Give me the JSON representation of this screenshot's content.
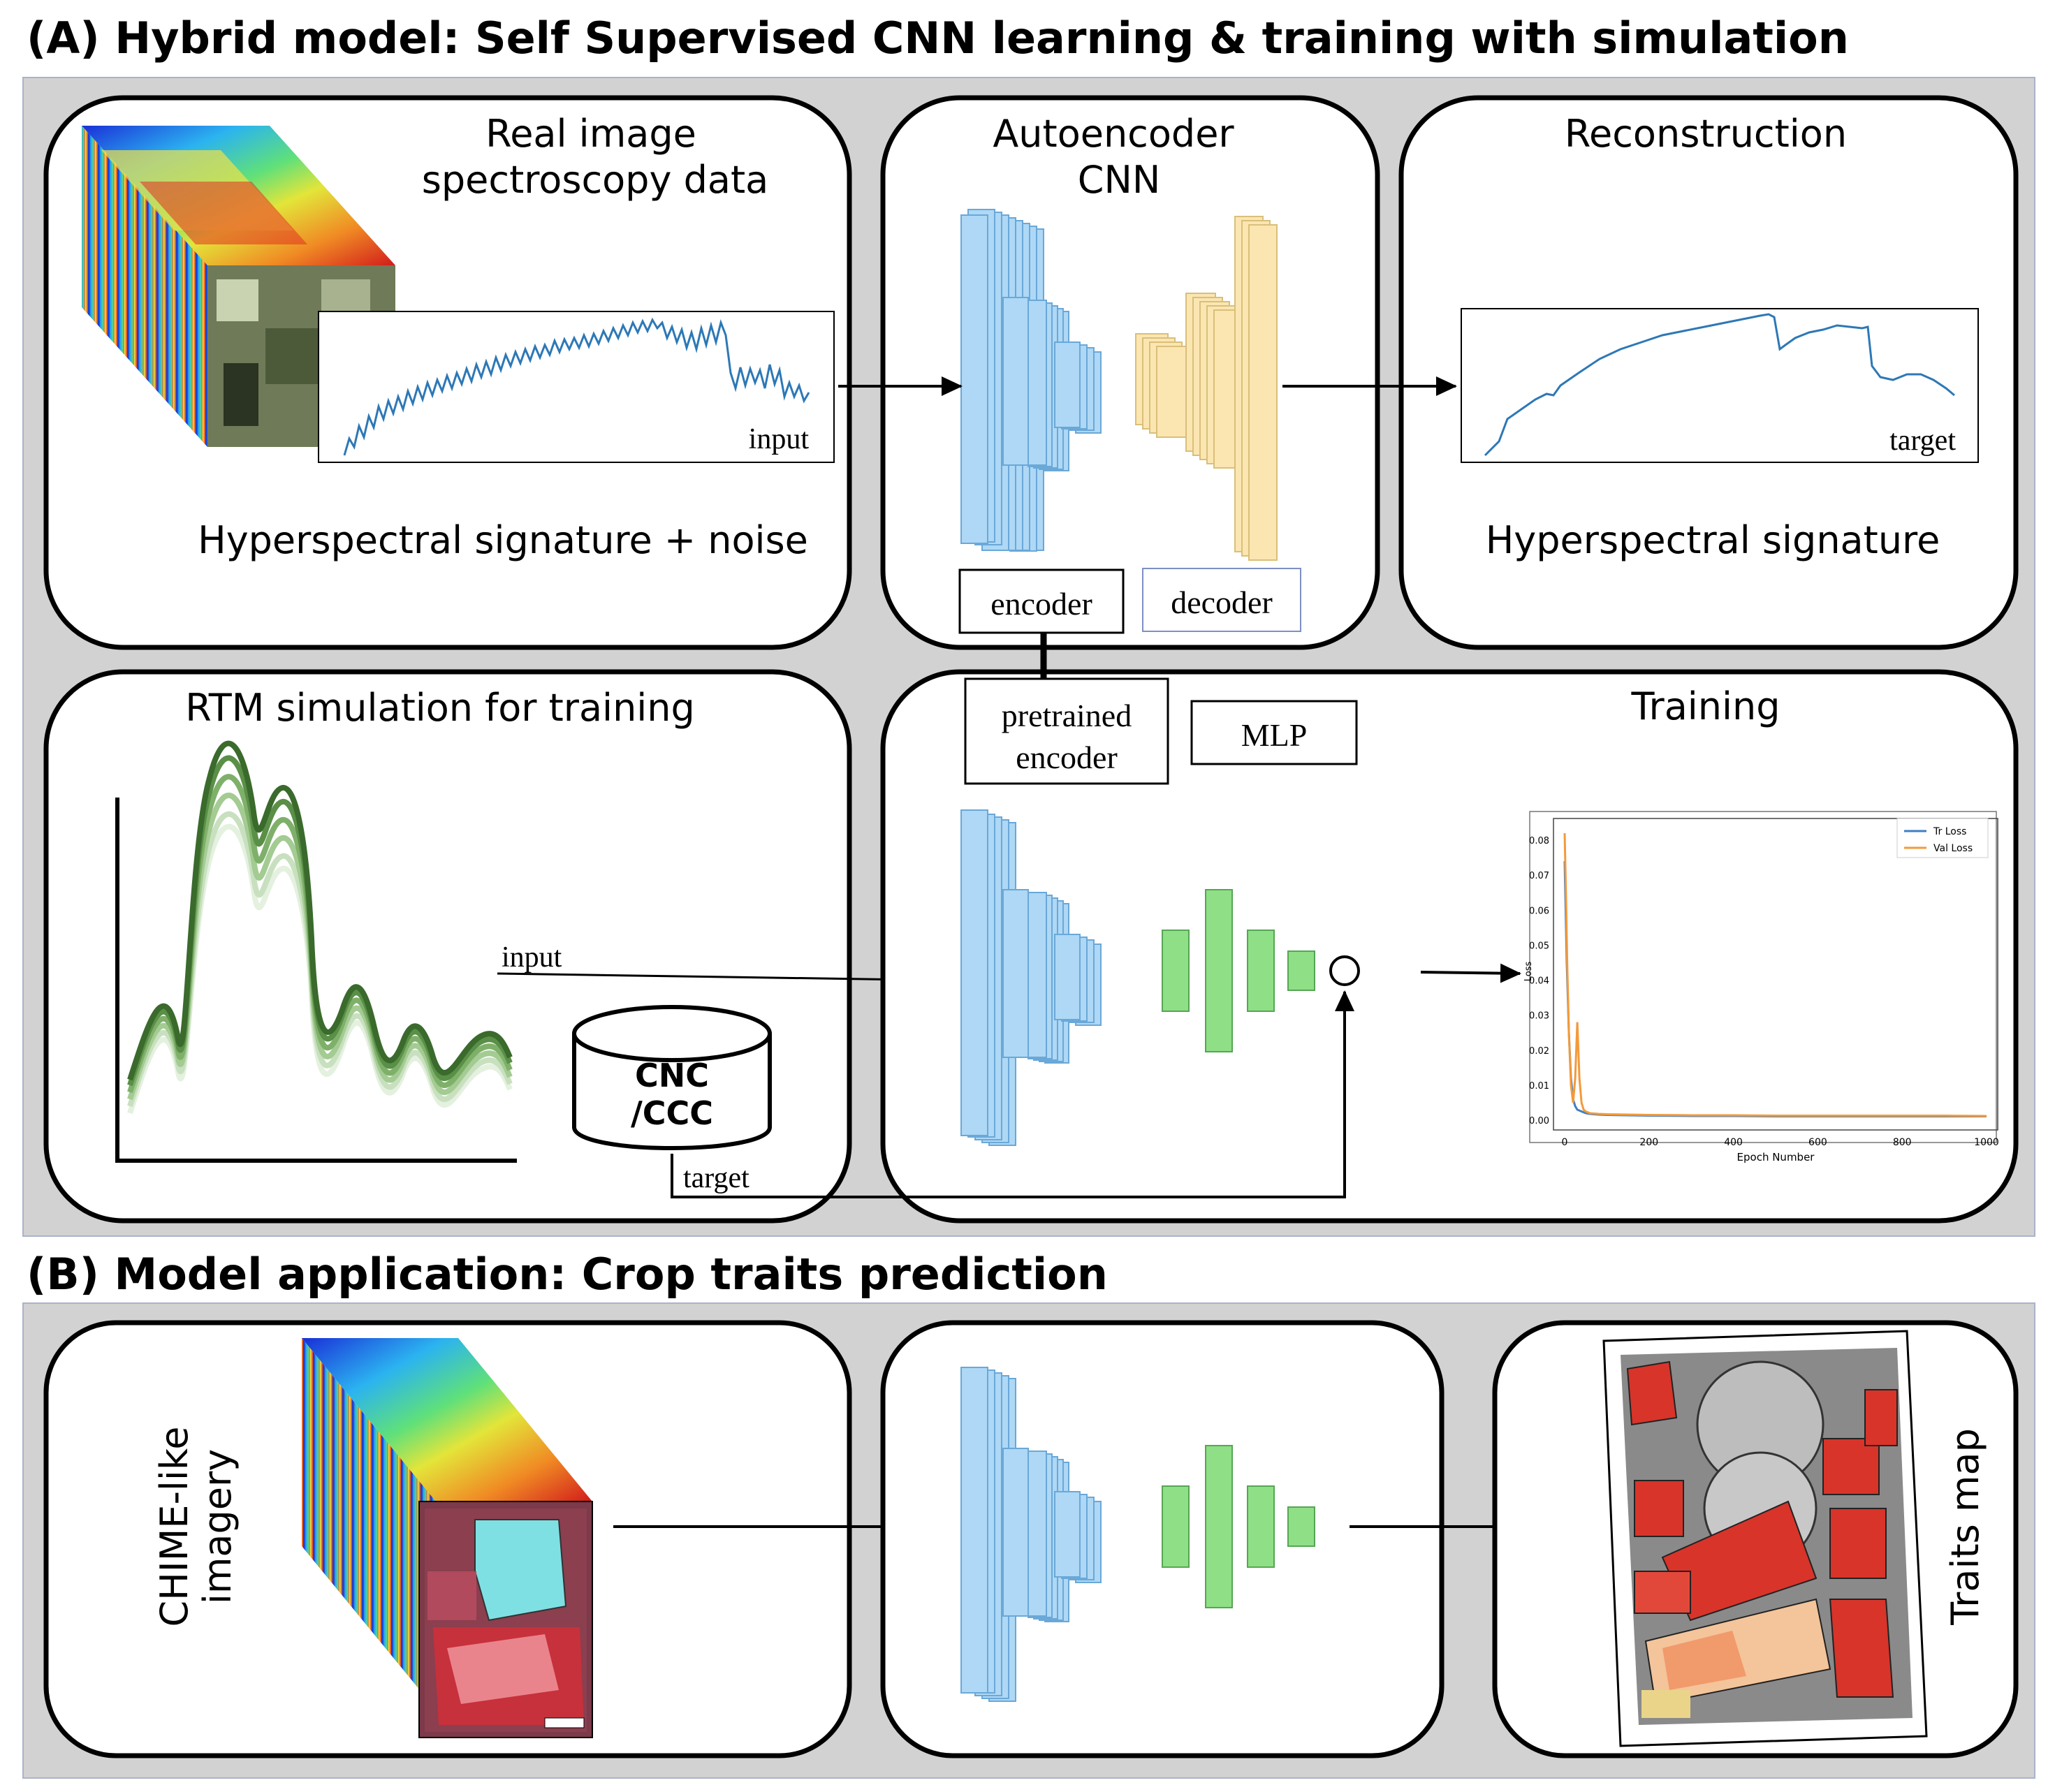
{
  "section_a": {
    "title": "(A) Hybrid model: Self Supervised CNN learning & training with simulation",
    "real_data": {
      "title_line1": "Real image",
      "title_line2": "spectroscopy data",
      "input_label": "input",
      "caption": "Hyperspectral signature + noise"
    },
    "autoencoder": {
      "title_line1": "Autoencoder",
      "title_line2": "CNN",
      "encoder_label": "encoder",
      "decoder_label": "decoder"
    },
    "reconstruction": {
      "title": "Reconstruction",
      "target_label": "target",
      "caption": "Hyperspectral signature"
    },
    "rtm": {
      "title": "RTM simulation for training",
      "input_label": "input",
      "db_line1": "CNC",
      "db_line2": "/CCC",
      "target_label": "target"
    },
    "training": {
      "title": "Training",
      "pretrained_line1": "pretrained",
      "pretrained_line2": "encoder",
      "mlp_label": "MLP"
    }
  },
  "section_b": {
    "title": "(B) Model application: Crop traits prediction",
    "imagery_line1": "CHIME-like",
    "imagery_line2": "imagery",
    "traits_label": "Traits map"
  },
  "chart_data": {
    "type": "line",
    "title": "",
    "xlabel": "Epoch Number",
    "ylabel": "Loss",
    "xlim": [
      0,
      1000
    ],
    "ylim": [
      0,
      0.085
    ],
    "xticks": [
      0,
      200,
      400,
      600,
      800,
      1000
    ],
    "yticks": [
      0.0,
      0.01,
      0.02,
      0.03,
      0.04,
      0.05,
      0.06,
      0.07,
      0.08
    ],
    "ytick_labels": [
      "0.00",
      "0.01",
      "0.02",
      "0.03",
      "0.04",
      "0.05",
      "0.06",
      "0.07",
      "0.08"
    ],
    "legend_position": "top-right",
    "series": [
      {
        "name": "Tr Loss",
        "color": "#3f7fc2",
        "x": [
          0,
          5,
          10,
          15,
          20,
          25,
          30,
          40,
          50,
          60,
          80,
          100,
          150,
          200,
          300,
          400,
          500,
          600,
          700,
          800,
          900,
          1000
        ],
        "y": [
          0.074,
          0.045,
          0.025,
          0.012,
          0.006,
          0.004,
          0.003,
          0.0025,
          0.002,
          0.0018,
          0.0016,
          0.0015,
          0.0014,
          0.0013,
          0.0012,
          0.0012,
          0.0011,
          0.0011,
          0.0011,
          0.0011,
          0.0011,
          0.0011
        ]
      },
      {
        "name": "Val Loss",
        "color": "#f39a3b",
        "x": [
          0,
          3,
          6,
          10,
          15,
          20,
          25,
          30,
          35,
          40,
          45,
          50,
          60,
          80,
          100,
          150,
          200,
          300,
          400,
          500,
          600,
          700,
          800,
          900,
          1000
        ],
        "y": [
          0.082,
          0.065,
          0.045,
          0.025,
          0.01,
          0.005,
          0.012,
          0.028,
          0.012,
          0.005,
          0.003,
          0.0025,
          0.002,
          0.0018,
          0.0017,
          0.0016,
          0.0015,
          0.0014,
          0.0014,
          0.0013,
          0.0013,
          0.0013,
          0.0013,
          0.0013,
          0.0012
        ]
      }
    ]
  },
  "colors": {
    "panel_bg": "#d2d2d2",
    "encoder_blue": "#aed8f5",
    "encoder_blue_stroke": "#6aa8d8",
    "decoder_yellow": "#fbe6b2",
    "decoder_yellow_stroke": "#d9bf79",
    "mlp_green": "#8edf86",
    "mlp_green_stroke": "#56a654",
    "spectrum_line": "#2d78b6",
    "rtm_dark": "#3a6a2c",
    "field_red": "#d8342a"
  },
  "icons": [
    "hyperspectral-cube-icon",
    "database-cylinder-icon",
    "sum-node-icon",
    "traits-map-icon"
  ]
}
